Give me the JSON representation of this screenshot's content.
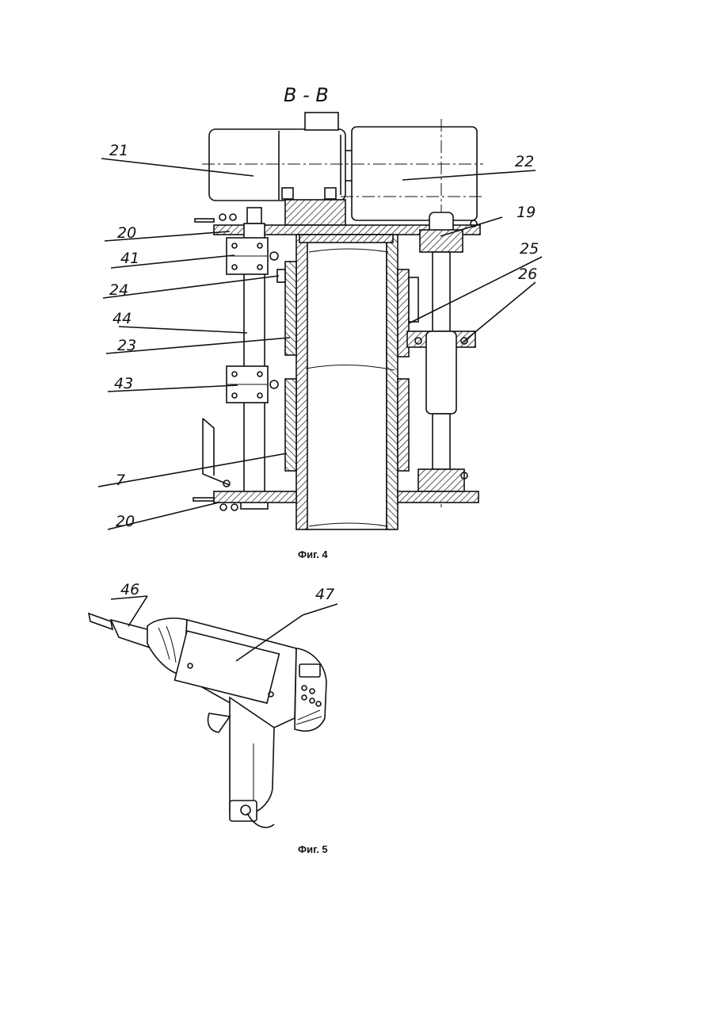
{
  "figure4": {
    "section_title": "В - В",
    "caption": "Фиг. 4",
    "labels": {
      "l21": "21",
      "l22": "22",
      "l20a": "20",
      "l19": "19",
      "l41": "41",
      "l25": "25",
      "l24": "24",
      "l26": "26",
      "l44": "44",
      "l23": "23",
      "l43": "43",
      "l7": "7",
      "l20b": "20"
    }
  },
  "figure5": {
    "caption": "Фиг. 5",
    "labels": {
      "l46": "46",
      "l47": "47"
    }
  }
}
